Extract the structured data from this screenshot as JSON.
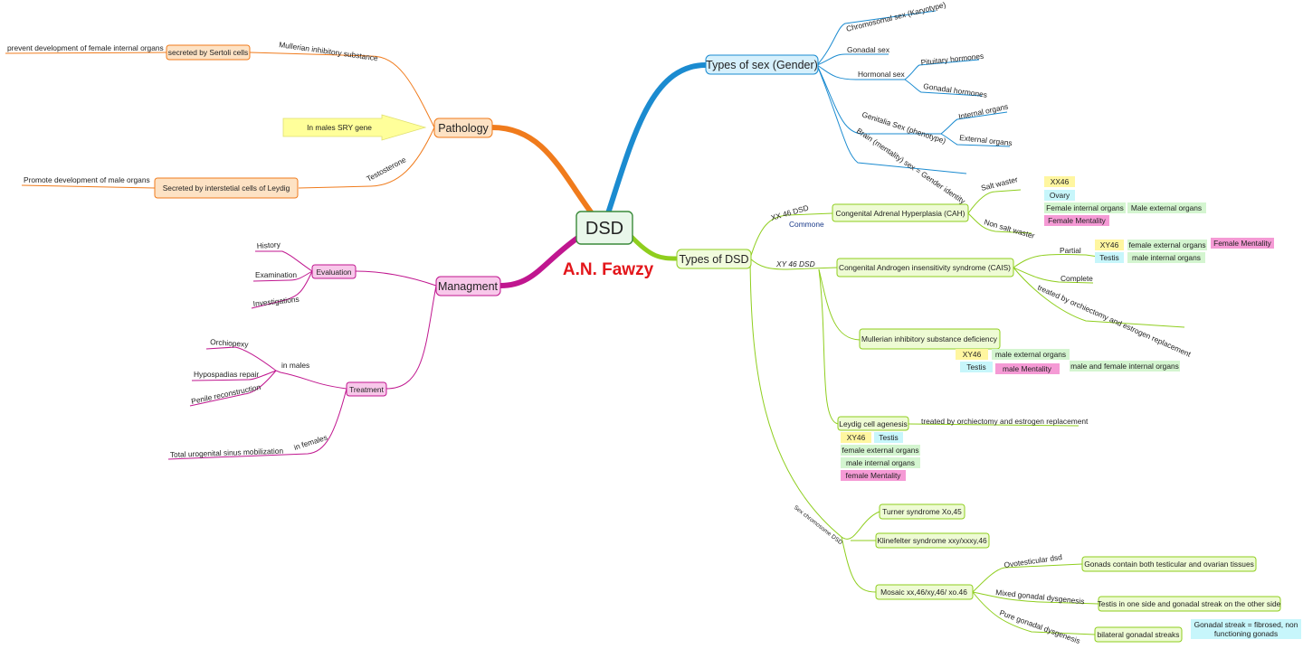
{
  "center": "DSD",
  "author": "A.N. Fawzy",
  "branches": {
    "types_of_sex": {
      "label": "Types of sex (Gender)",
      "chromosomal": "Chromosomal sex (Karyotype)",
      "gonadal": "Gonadal sex",
      "hormonal": "Hormonal sex",
      "pituitary": "Pituitary hormones",
      "gonadal_hormones": "Gonadal hormones",
      "genitalia": "Genitalia Sex (phenotype)",
      "internal": "Internal organs",
      "external": "External organs",
      "brain": "Brain (mentality) sex = Gender identity"
    },
    "pathology": {
      "label": "Pathology",
      "mis": "Mullerian inhibitory substance",
      "sertoli": "secreted by Sertoli cells",
      "prevent": "prevent development of female internal organs",
      "sry": "In males SRY gene",
      "testosterone": "Testosterone",
      "leydig": "Secreted by interstetial cells of Leydig",
      "promote": "Promote development of male organs"
    },
    "management": {
      "label": "Managment",
      "evaluation": "Evaluation",
      "history": "History",
      "examination": "Examination",
      "investigations": "Investigations",
      "treatment": "Treatment",
      "in_males": "in males",
      "orchiopexy": "Orchiopexy",
      "hypospadias": "Hypospadias repair",
      "penile": "Penile reconstruction",
      "in_females": "in females",
      "ugs": "Total urogenital sinus mobilization"
    },
    "types_of_dsd": {
      "label": "Types of DSD",
      "xx": "XX 46 DSD",
      "commone": "Commone",
      "cah": "Congenital Adrenal Hyperplasia (CAH)",
      "salt_waster": "Salt waster",
      "non_salt_waster": "Non salt waster",
      "cah_tags": {
        "xx46": "XX46",
        "ovary": "Ovary",
        "fem_int": "Female internal organs",
        "male_ext": "Male external organs",
        "fem_ment": "Female Mentality"
      },
      "xy": "XY 46 DSD",
      "cais": "Congenital Androgen insensitivity syndrome (CAIS)",
      "partial": "Partial",
      "complete": "Complete",
      "cais_treated": "treated by orchiectomy and estrogen replacement",
      "cais_tags": {
        "xy46": "XY46",
        "fem_ext": "female external organs",
        "fem_ment": "Female Mentality",
        "testis": "Testis",
        "male_int": "male internal organs"
      },
      "misd": "Mullerian inhibitory substance deficiency",
      "misd_tags": {
        "xy46": "XY46",
        "male_ext": "male external organs",
        "testis": "Testis",
        "male_ment": "male Mentality",
        "mf_int": "male and female internal organs"
      },
      "leydig": "Leydig cell agenesis",
      "leydig_treated": "treated by orchiectomy and estrogen replacement",
      "leydig_tags": {
        "xy46": "XY46",
        "testis": "Testis",
        "fem_ext": "female external organs",
        "male_int": "male internal organs",
        "fem_ment": "female Mentality"
      },
      "sex_chrom": "Sex chromosome DSD",
      "turner": "Turner syndrome Xo,45",
      "klinefelter": "Klinefelter syndrome xxy/xxxy,46",
      "mosaic": "Mosaic xx,46/xy,46/ xo.46",
      "ovotesticular": "Ovotesticular dsd",
      "ovo_gonads": "Gonads contain both testicular and ovarian tissues",
      "mixed": "Mixed gonadal dysgenesis",
      "mixed_desc": "Testis in one side and gonadal streak on the other side",
      "pure": "Pure gonadal dysgenesis",
      "pure_desc": "bilateral gonadal streaks",
      "streak_note_1": "Gonadal streak = fibrosed, non",
      "streak_note_2": "functioning gonads"
    }
  },
  "colors": {
    "blue": "#1b8bd0",
    "orange": "#f07b1c",
    "magenta": "#c0168f",
    "green": "#8fce1e",
    "tag_yellow": "#fff6a0",
    "tag_cyan": "#c7f6fb",
    "tag_green": "#d4f5d0",
    "tag_pink": "#f59ad5"
  }
}
